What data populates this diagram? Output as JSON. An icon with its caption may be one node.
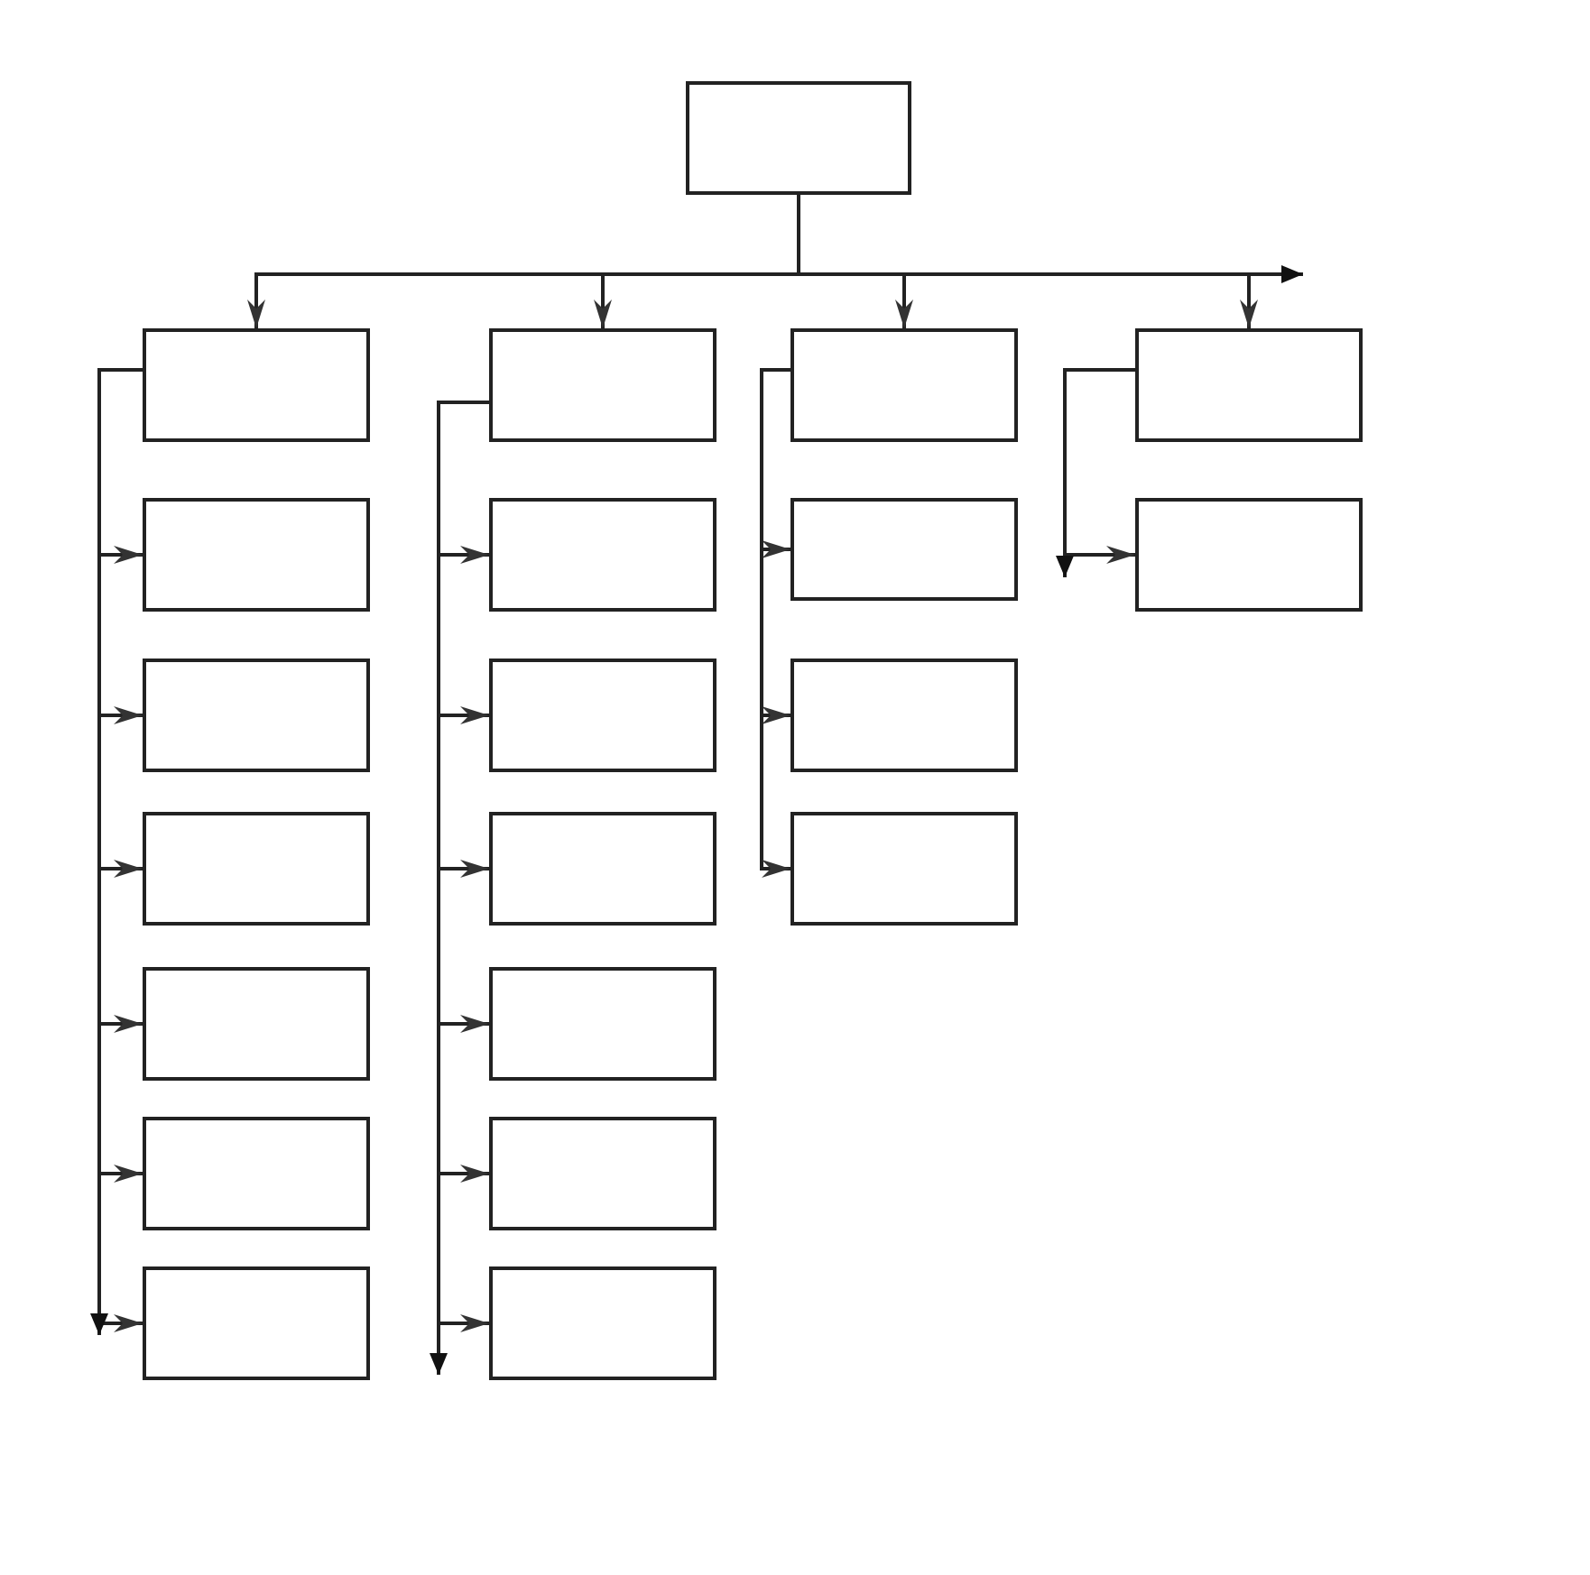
{
  "diagram": {
    "nodes": [
      {
        "text": [],
        "shape": "box"
      },
      {
        "text": [],
        "shape": "box"
      },
      {
        "text": [],
        "shape": "box"
      },
      {
        "text": [],
        "shape": "box"
      },
      {
        "text": [],
        "shape": "box"
      },
      {
        "text": [],
        "shape": "box"
      },
      {
        "text": [],
        "shape": "box"
      },
      {
        "text": [],
        "shape": "box"
      },
      {
        "text": [],
        "shape": "box"
      },
      {
        "text": [],
        "shape": "box"
      },
      {
        "text": [],
        "shape": "box"
      },
      {
        "text": [],
        "shape": "box"
      },
      {
        "text": [],
        "shape": "box"
      },
      {
        "text": [],
        "shape": "box"
      },
      {
        "text": [],
        "shape": "box"
      },
      {
        "text": [],
        "shape": "box"
      },
      {
        "text": [],
        "shape": "box"
      },
      {
        "text": [],
        "shape": "box"
      },
      {
        "text": [],
        "shape": "box"
      },
      {
        "text": [],
        "shape": "box"
      },
      {
        "text": [],
        "shape": "box"
      }
    ],
    "edges": [
      {
        "from": 0,
        "to": 1,
        "arrow": "to"
      },
      {
        "from": 0,
        "to": 8,
        "arrow": "to"
      },
      {
        "from": 0,
        "to": 15,
        "arrow": "to"
      },
      {
        "from": 0,
        "to": 19,
        "arrow": "to"
      },
      {
        "from": 1,
        "to": 2,
        "arrow": "to"
      },
      {
        "from": 1,
        "to": 3,
        "arrow": "to"
      },
      {
        "from": 1,
        "to": 4,
        "arrow": "to"
      },
      {
        "from": 1,
        "to": 5,
        "arrow": "to"
      },
      {
        "from": 1,
        "to": 6,
        "arrow": "to"
      },
      {
        "from": 1,
        "to": 7,
        "arrow": "to"
      },
      {
        "from": 8,
        "to": 9,
        "arrow": "to"
      },
      {
        "from": 8,
        "to": 10,
        "arrow": "to"
      },
      {
        "from": 8,
        "to": 11,
        "arrow": "to"
      },
      {
        "from": 8,
        "to": 12,
        "arrow": "to"
      },
      {
        "from": 8,
        "to": 13,
        "arrow": "to"
      },
      {
        "from": 8,
        "to": 14,
        "arrow": "to"
      },
      {
        "from": 15,
        "to": 16,
        "arrow": "to"
      },
      {
        "from": 15,
        "to": 17,
        "arrow": "to"
      },
      {
        "from": 15,
        "to": 18,
        "arrow": "to"
      },
      {
        "from": 19,
        "to": 20,
        "arrow": "to"
      }
    ]
  }
}
